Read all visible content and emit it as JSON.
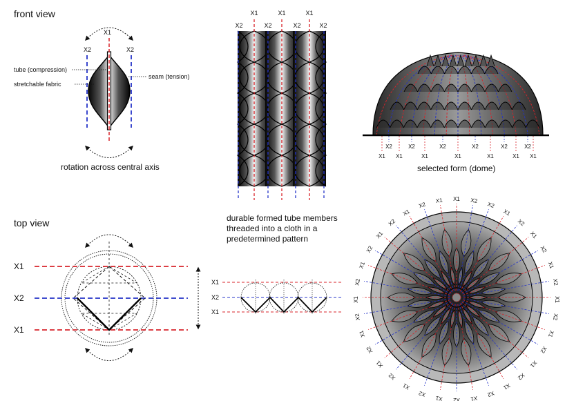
{
  "sections": {
    "front_view": "front view",
    "top_view": "top view"
  },
  "front": {
    "labels": {
      "x1": "X1",
      "x2": "X2",
      "tube": "tube (compression)",
      "fabric": "stretchable fabric",
      "seam": "seam (tension)"
    },
    "caption": "rotation across central axis"
  },
  "pattern": {
    "top_labels": [
      "X2",
      "X1",
      "X2",
      "X1",
      "X2",
      "X1",
      "X2"
    ],
    "caption_lines": [
      "durable formed tube members",
      "threaded into a cloth in a",
      "predetermined pattern"
    ]
  },
  "dome": {
    "caption": "selected form (dome)",
    "x2_labels": [
      "X2",
      "X2",
      "X2",
      "X2",
      "X2",
      "X2"
    ],
    "x1_labels": [
      "X1",
      "X1",
      "X1",
      "X1",
      "X1",
      "X1",
      "X1"
    ]
  },
  "top": {
    "row_labels": [
      "X1",
      "X2",
      "X1"
    ]
  },
  "strip": {
    "row_labels": [
      "X1",
      "X2",
      "X1"
    ]
  },
  "plan": {
    "ring_labels": [
      "X1",
      "X2",
      "X2",
      "X1",
      "X2",
      "X1",
      "X2",
      "X1",
      "X2",
      "X1",
      "X2",
      "X1",
      "X2",
      "X1",
      "X2",
      "X1",
      "X2",
      "X1",
      "X2",
      "X1",
      "X2",
      "X1",
      "X2",
      "X1",
      "X2",
      "X1",
      "X2",
      "X1",
      "X2",
      "X1",
      "X2",
      "X1",
      "X2",
      "X1",
      "X2",
      "X1"
    ]
  },
  "colors": {
    "red": "#d8232a",
    "blue": "#2433c8",
    "dark": "#1a1a1a"
  }
}
